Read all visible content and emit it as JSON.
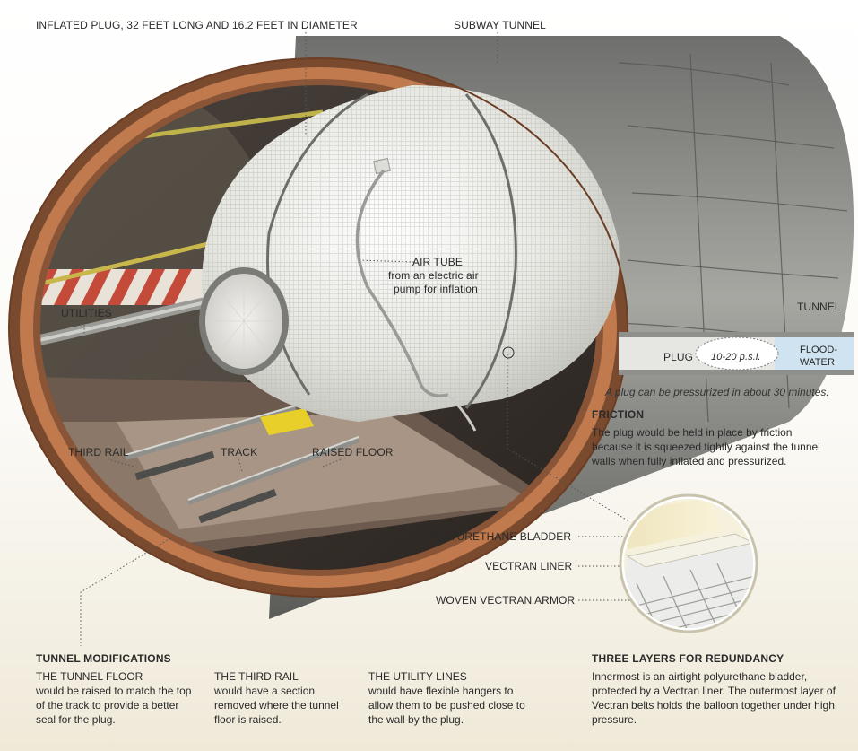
{
  "labels": {
    "inflated_plug": "INFLATED PLUG, 32 FEET LONG AND 16.2 FEET IN DIAMETER",
    "subway_tunnel": "SUBWAY TUNNEL",
    "utilities": "UTILITIES",
    "third_rail": "THIRD RAIL",
    "track": "TRACK",
    "raised_floor": "RAISED FLOOR",
    "air_tube_title": "AIR TUBE",
    "air_tube_line2": "from an electric air",
    "air_tube_line3": "pump for inflation",
    "tunnel": "TUNNEL",
    "plug": "PLUG",
    "psi": "10-20 p.s.i.",
    "flood_line1": "FLOOD-",
    "flood_line2": "WATER",
    "polyurethane_bladder": "POLYURETHANE BLADDER",
    "vectran_liner": "VECTRAN LINER",
    "woven_vectran_armor": "WOVEN VECTRAN ARMOR"
  },
  "caption": "A plug can be pressurized in about 30 minutes.",
  "friction": {
    "heading": "FRICTION",
    "text": "The plug would be held in place by friction because it is squeezed tightly against the tunnel walls when fully inflated and pressurized."
  },
  "modifications": {
    "heading": "TUNNEL MODIFICATIONS",
    "items": [
      {
        "title": "THE TUNNEL FLOOR",
        "text": "would be raised to match the top of the track to provide a better seal for the plug."
      },
      {
        "title": "THE THIRD RAIL",
        "text": "would have a section removed where the tunnel floor is raised."
      },
      {
        "title": "THE UTILITY LINES",
        "text": "would have flexible hangers to allow them to be pushed close to the wall by the plug."
      }
    ]
  },
  "redundancy": {
    "heading": "THREE LAYERS FOR REDUNDANCY",
    "text": "Innermost is an airtight polyurethane bladder, protected by a Vectran liner. The outermost layer of Vectran belts holds the balloon together under high pressure."
  },
  "colors": {
    "tunnel_outer": "#8a8a86",
    "tunnel_ring": "#b86e45",
    "plug_fabric": "#eeeeea",
    "floodwater": "#cfe3f1"
  }
}
